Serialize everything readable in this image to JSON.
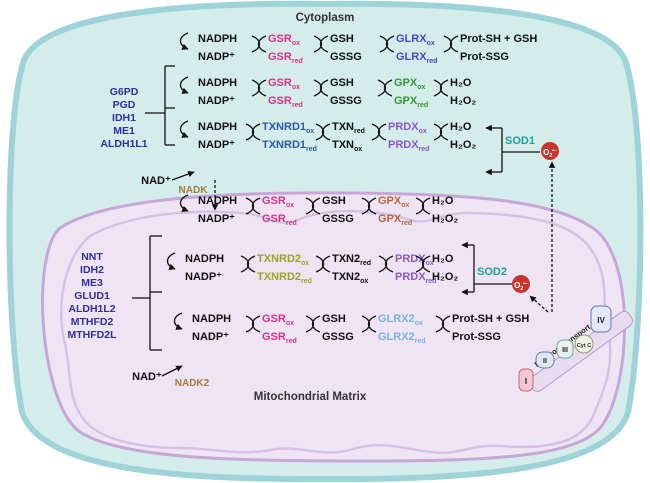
{
  "colors": {
    "cytoplasm_fill": "#d4ecea",
    "cytoplasm_border": "#9fd3da",
    "mito_fill": "#efe4f3",
    "mito_border": "#c7a6d8",
    "gsr": "#d6338a",
    "glrx": "#4b46c4",
    "gpx_cyto": "#2f9b2f",
    "txnrd1": "#2a5ba8",
    "prdx": "#8a5bc8",
    "gpx_mito": "#b5673c",
    "txnrd2": "#9aa61b",
    "glrx2": "#7ab3de",
    "sod": "#1aa39b",
    "nadk": "#a87a3c",
    "enzyme_list": "#2f2f9e",
    "superoxide": "#c8352d"
  },
  "labels": {
    "cytoplasm": "Cytoplasm",
    "mito_matrix": "Mitochondrial Matrix",
    "sod1": "SOD1",
    "sod2": "SOD2",
    "nadk": "NADK",
    "nadk2": "NADK2",
    "nad_plus": "NAD⁺",
    "etc": "Electron Transport Chain",
    "superoxide_base": "O",
    "superoxide_sub": "2",
    "superoxide_sup": "•−"
  },
  "cyto_enzymes": [
    "G6PD",
    "PGD",
    "IDH1",
    "ME1",
    "ALDH1L1"
  ],
  "mito_enzymes": [
    "NNT",
    "IDH2",
    "ME3",
    "GLUD1",
    "ALDH1L2",
    "MTHFD2",
    "MTHFD2L"
  ],
  "complexes": [
    "I",
    "II",
    "III",
    "Cyt C",
    "IV"
  ],
  "species": {
    "nadph": "NADPH",
    "nadp": "NADP⁺",
    "gsh": "GSH",
    "gssg": "GSSG",
    "h2o": "H₂O",
    "h2o2": "H₂O₂",
    "prot_sh_gsh": "Prot-SH + GSH",
    "prot_ssg": "Prot-SSG",
    "gsr": "GSR",
    "glrx": "GLRX",
    "glrx2": "GLRX2",
    "gpx": "GPX",
    "txnrd1": "TXNRD1",
    "txnrd2": "TXNRD2",
    "txn": "TXN",
    "txn2": "TXN2",
    "prdx": "PRDX",
    "ox": "ox",
    "red": "red"
  }
}
